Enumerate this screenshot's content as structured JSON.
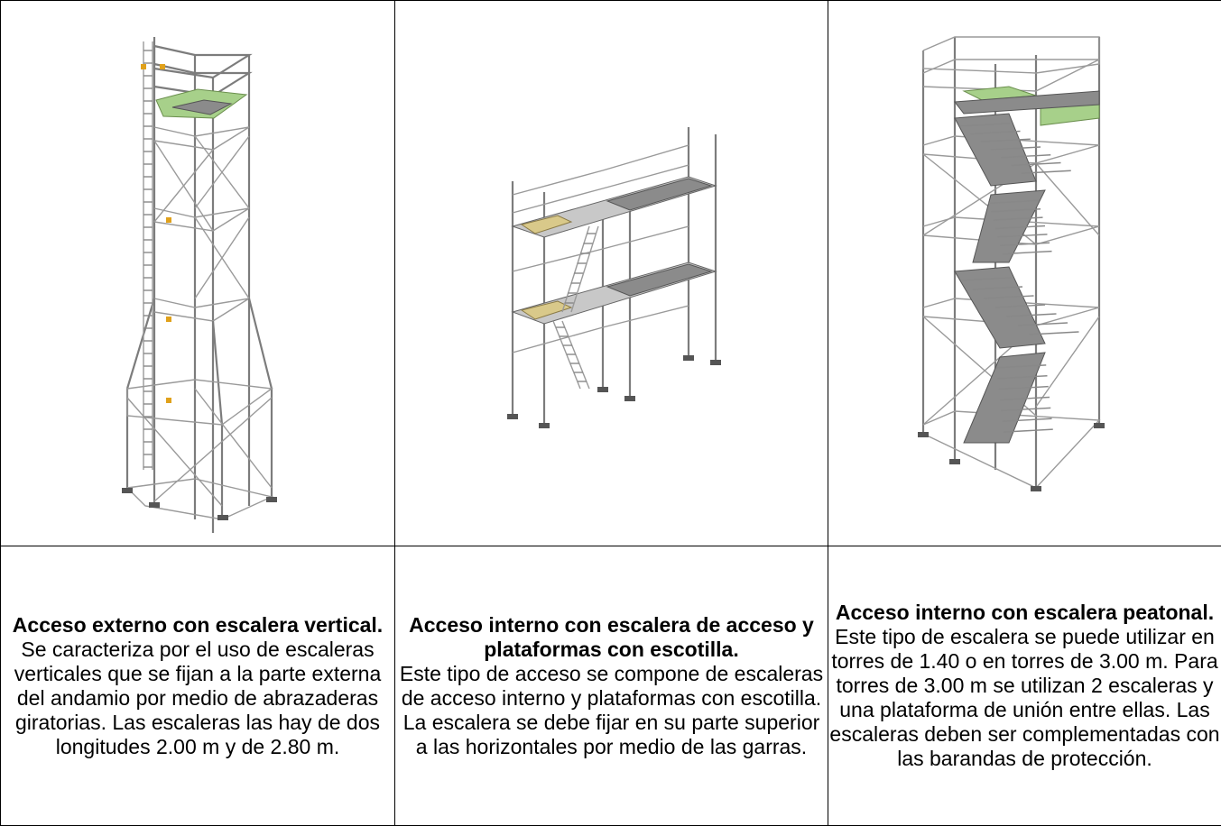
{
  "columns": [
    {
      "image_label": "scaffold-tower-external-ladder",
      "title": "Acceso externo con escalera vertical.",
      "body": "Se caracteriza por el uso de escaleras verticales que se fijan a la parte externa del andamio por medio de abrazaderas giratorias. Las escaleras las hay de dos longitudes 2.00 m y de 2.80 m."
    },
    {
      "image_label": "scaffold-frame-internal-ladder-hatch",
      "title": "Acceso interno con escalera de acceso y plataformas con escotilla.",
      "body": "Este tipo de acceso se compone de escaleras de acceso interno y plataformas con escotilla.  La escalera se debe fijar en su parte superior a las horizontales por medio de las garras."
    },
    {
      "image_label": "scaffold-stair-tower",
      "title": "Acceso interno con escalera peatonal.",
      "body": "Este tipo de escalera se puede utilizar en torres de 1.40 o en torres de 3.00 m.  Para torres de 3.00 m se utilizan 2 escaleras y una plataforma de unión entre ellas.  Las escaleras deben ser complementadas con las barandas de protección."
    }
  ],
  "colors": {
    "border": "#000000",
    "pipe": "#7c7c7c",
    "board": "#a7d08a",
    "hatch": "#d9c98a"
  }
}
